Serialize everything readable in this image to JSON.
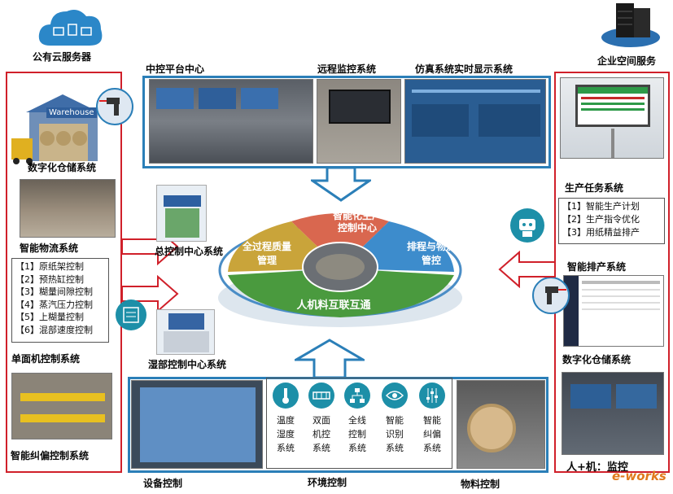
{
  "cloud": {
    "label": "公有云服务器"
  },
  "enterprise": {
    "label": "企业空间服务"
  },
  "left": {
    "warehouse_sign": "Warehouse",
    "digital_warehouse": "数字化仓储系统",
    "logistics": "智能物流系统",
    "control_items": [
      "【1】原纸架控制",
      "【2】预热缸控制",
      "【3】糊量间隙控制",
      "【4】蒸汽压力控制",
      "【5】上糊量控制",
      "【6】混部速度控制"
    ],
    "single_machine": "单面机控制系统",
    "deviation": "智能纠偏控制系统"
  },
  "top": {
    "central": "中控平台中心",
    "remote": "远程监控系统",
    "simulation": "仿真系统实时显示系统"
  },
  "center": {
    "total_control": "总控制中心系统",
    "wet_control": "湿部控制中心系统",
    "segments": {
      "smart_production": [
        "智能化生产",
        "控制中心"
      ],
      "quality": [
        "全过程质量",
        "管理"
      ],
      "scheduling": [
        "排程与物流",
        "管控"
      ],
      "human_machine": "人机料互联互通"
    }
  },
  "right": {
    "production_tasks": "生产任务系统",
    "task_items": [
      "【1】智能生产计划",
      "【2】生产指令优化",
      "【3】用纸精益排产"
    ],
    "smart_scheduling": "智能排产系统",
    "digital_warehouse": "数字化仓储系统",
    "monitoring": "人+机：监控"
  },
  "bottom": {
    "equipment": "设备控制",
    "environment": "环境控制",
    "material": "物料控制",
    "env_systems": [
      {
        "lines": [
          "温度",
          "湿度",
          "系统"
        ],
        "icon": "thermometer-icon"
      },
      {
        "lines": [
          "双面",
          "机控",
          "系统"
        ],
        "icon": "machine-icon"
      },
      {
        "lines": [
          "全线",
          "控制",
          "系统"
        ],
        "icon": "network-icon"
      },
      {
        "lines": [
          "智能",
          "识别",
          "系统"
        ],
        "icon": "eye-icon"
      },
      {
        "lines": [
          "智能",
          "纠偏",
          "系统"
        ],
        "icon": "slider-icon"
      }
    ]
  },
  "watermark": "e-works",
  "colors": {
    "red_frame": "#d0202a",
    "blue_frame": "#2b7fb8",
    "segment_red": "#d9674f",
    "segment_yellow": "#c9a43a",
    "segment_blue": "#3d8ccc",
    "segment_green": "#4a9a3e"
  }
}
